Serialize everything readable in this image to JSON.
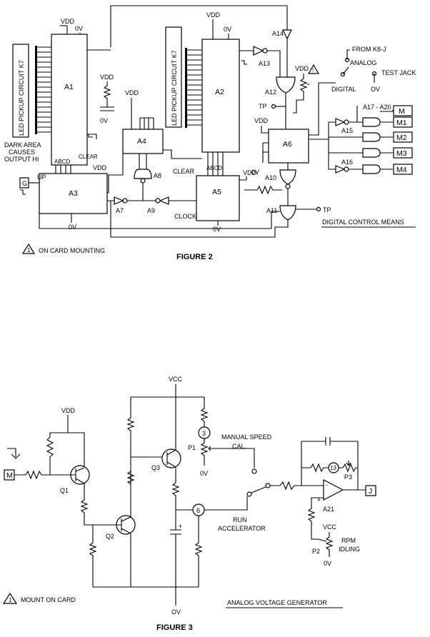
{
  "figure2": {
    "caption": "FIGURE 2",
    "note": "ON CARD MOUNTING",
    "note_marker": "1",
    "title": "DIGITAL CONTROL MEANS",
    "led_label": "LED PICKUP  CIRCUIT K7",
    "dark_area_lines": [
      "DARK AREA",
      "CAUSES",
      "OUTPUT HI"
    ],
    "blocks": {
      "a1": "A1",
      "a2": "A2",
      "a3": "A3",
      "a4": "A4",
      "a5": "A5",
      "a6": "A6"
    },
    "gates": {
      "a7": "A7",
      "a8": "A8",
      "a9": "A9",
      "a10": "A10",
      "a11": "A11",
      "a12": "A12",
      "a13": "A13",
      "a14": "A14",
      "a15": "A15",
      "a16": "A16",
      "a17_a20": "A17 - A20"
    },
    "labels": {
      "vdd": "VDD",
      "zero_v": "0V",
      "clear": "CLEAR",
      "clock": "CLOCK",
      "up": "UP",
      "abcd": "ABCD",
      "tp": "TP",
      "from_k8j": "FROM K8-J",
      "analog": "ANALOG",
      "digital": "DIGITAL",
      "test_jack": "TEST JACK",
      "ov": "OV",
      "g": "G"
    },
    "outputs": [
      "M",
      "M1",
      "M2",
      "M3",
      "M4"
    ]
  },
  "figure3": {
    "caption": "FIGURE 3",
    "note": "MOUNT ON CARD",
    "note_marker": "1",
    "title": "ANALOG VOLTAGE GENERATOR",
    "labels": {
      "vcc": "VCC",
      "vdd": "VDD",
      "ov": "OV",
      "zero_v": "0V",
      "q1": "Q1",
      "q2": "Q2",
      "q3": "Q3",
      "p1": "P1",
      "p2": "P2",
      "p3": "P3",
      "a21": "A21",
      "input_m": "M",
      "output_j": "J",
      "manual_speed": "MANUAL SPEED",
      "cal": "CAL.",
      "run": "RUN",
      "accelerator": "ACCELERATOR",
      "rpm": "RPM",
      "idling": "IDLING",
      "plus": "+",
      "minus": "-"
    },
    "nodes": [
      "3",
      "6",
      "13"
    ]
  }
}
